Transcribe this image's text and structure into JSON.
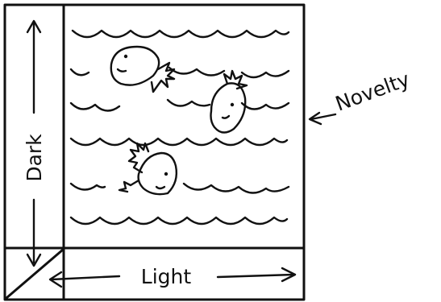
{
  "labels": {
    "vertical_axis": "Dark",
    "horizontal_axis": "Light",
    "pointer": "Novelty"
  },
  "colors": {
    "ink": "#111111",
    "paper": "#ffffff"
  },
  "icons": [
    "fish-icon",
    "fish-icon",
    "fish-icon",
    "wave-line"
  ]
}
